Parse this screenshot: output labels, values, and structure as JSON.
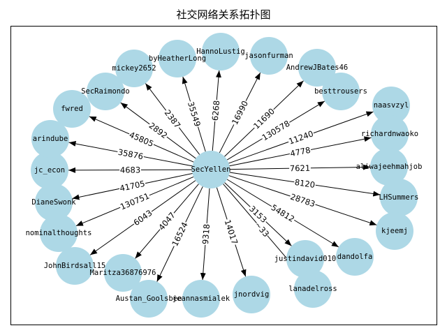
{
  "title": "社交网络关系拓扑图",
  "colors": {
    "node_fill": "#add8e6",
    "edge": "#000000",
    "label_bg": "#ffffff"
  },
  "center": "SecYellen",
  "edges": [
    {
      "target": "HannoLustig",
      "weight": "6268"
    },
    {
      "target": "jasonfurman",
      "weight": "16990"
    },
    {
      "target": "AndrewJBates46",
      "weight": "11690"
    },
    {
      "target": "besttrousers",
      "weight": "130578"
    },
    {
      "target": "naasvzyl",
      "weight": "11240"
    },
    {
      "target": "richardnwaoko",
      "weight": "4778"
    },
    {
      "target": "aliwajeehmahjob",
      "weight": "7621"
    },
    {
      "target": "LHSummers",
      "weight": "8120"
    },
    {
      "target": "kjeemj",
      "weight": "28783"
    },
    {
      "target": "dandolfa",
      "weight": "54812"
    },
    {
      "target": "justindavid010",
      "weight": "3153"
    },
    {
      "target": "lanadelross",
      "weight": "~33"
    },
    {
      "target": "jnordvig",
      "weight": "14017"
    },
    {
      "target": "jeannasmialek",
      "weight": "9318"
    },
    {
      "target": "Austan_Goolsbee",
      "weight": "16524"
    },
    {
      "target": "Maritza36876976",
      "weight": "4047"
    },
    {
      "target": "JohnBirdsall15",
      "weight": "6043"
    },
    {
      "target": "nominalthoughts",
      "weight": "130751"
    },
    {
      "target": "DianeSwonk",
      "weight": "41705"
    },
    {
      "target": "jc_econ",
      "weight": "4683"
    },
    {
      "target": "arindube",
      "weight": "35876"
    },
    {
      "target": "fwred",
      "weight": "45805"
    },
    {
      "target": "SecRaimondo",
      "weight": "2892"
    },
    {
      "target": "mickey2652",
      "weight": "2387"
    },
    {
      "target": "byHeatherLong",
      "weight": "35549"
    }
  ]
}
